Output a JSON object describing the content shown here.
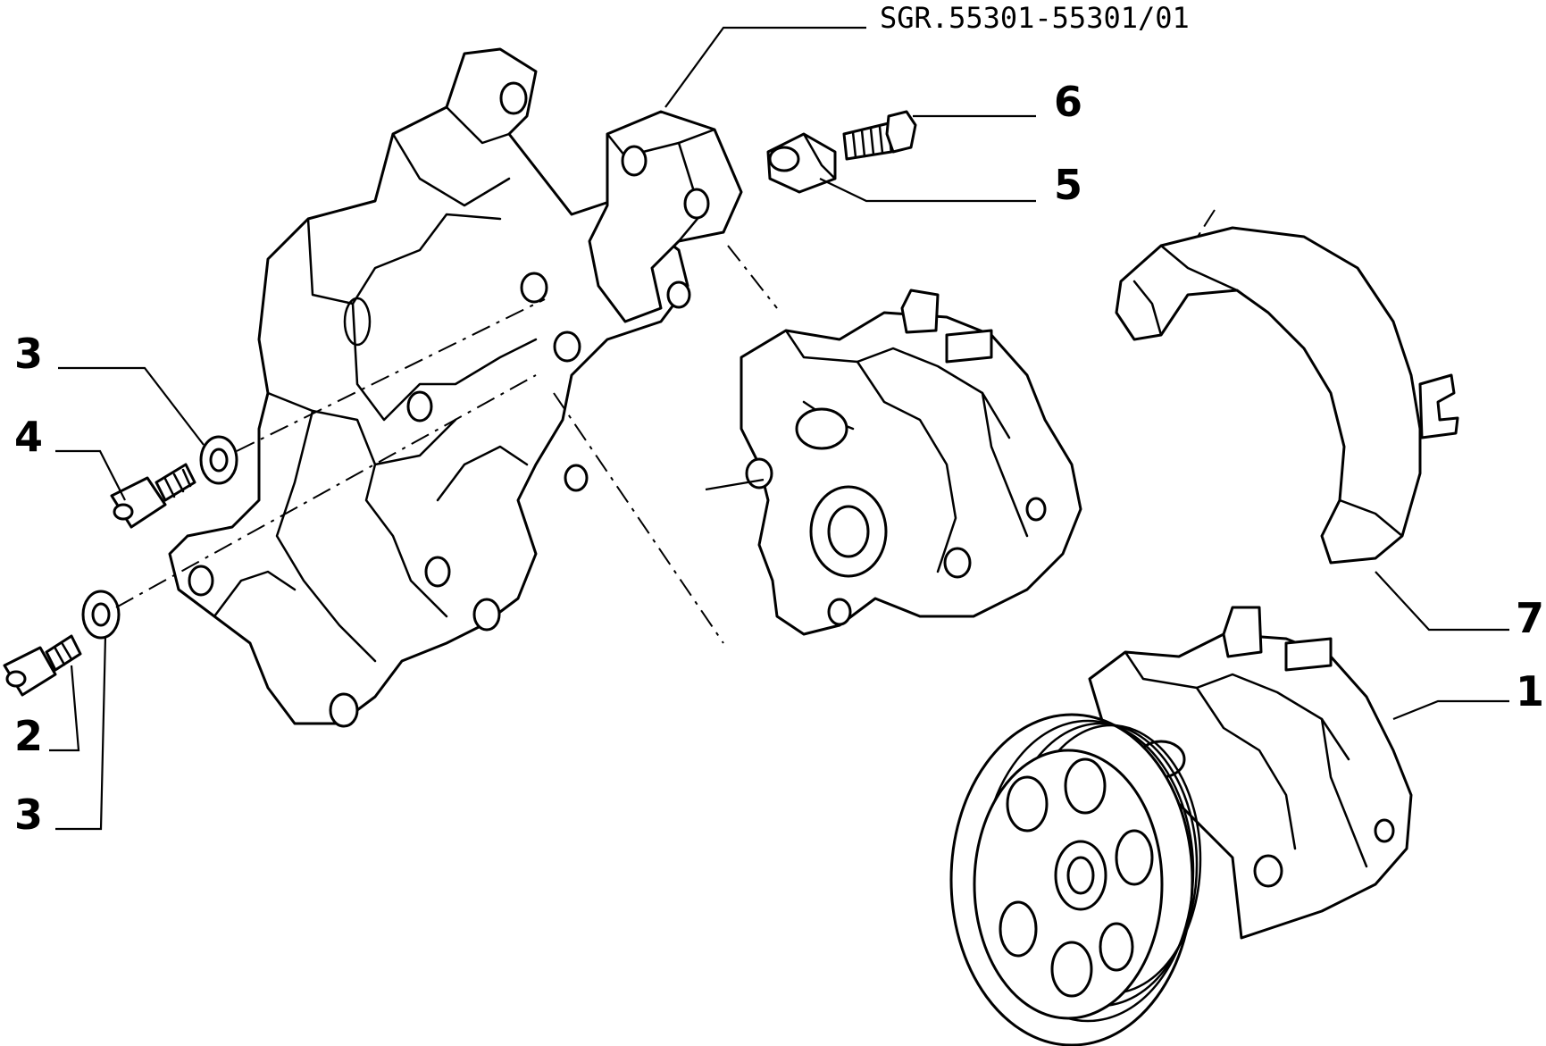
{
  "reference": "SGR.55301-55301/01",
  "callouts": [
    {
      "id": "c6",
      "label": "6"
    },
    {
      "id": "c5",
      "label": "5"
    },
    {
      "id": "c3a",
      "label": "3"
    },
    {
      "id": "c4",
      "label": "4"
    },
    {
      "id": "c2",
      "label": "2"
    },
    {
      "id": "c3b",
      "label": "3"
    },
    {
      "id": "c7",
      "label": "7"
    },
    {
      "id": "c1",
      "label": "1"
    }
  ]
}
